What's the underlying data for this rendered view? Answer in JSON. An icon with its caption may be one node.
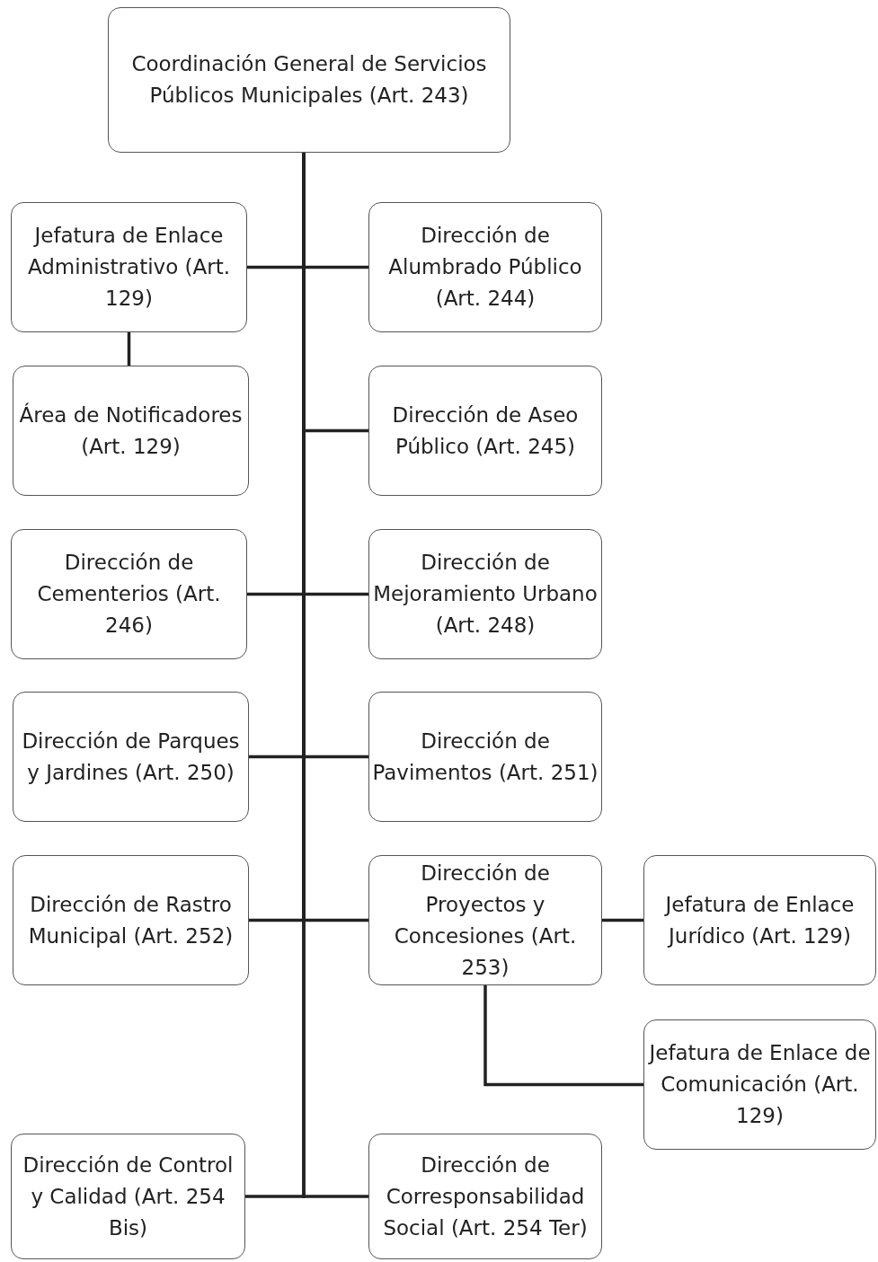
{
  "diagram": {
    "nodes": [
      {
        "text": [
          "Coordinación General de Servicios Públicos Municipales (Art. 243)"
        ]
      },
      {
        "text": [
          "Jefatura de Enlace Administrativo (Art. 129)"
        ]
      },
      {
        "text": [
          "Dirección de Alumbrado Público (Art. 244)"
        ]
      },
      {
        "text": [
          "Área de Notificadores (Art. 129)"
        ]
      },
      {
        "text": [
          "Dirección de Aseo Público (Art. 245)"
        ]
      },
      {
        "text": [
          "Dirección de Cementerios (Art. 246)"
        ]
      },
      {
        "text": [
          "Dirección de Mejoramiento Urbano (Art. 248)"
        ]
      },
      {
        "text": [
          "Dirección de Parques y Jardines (Art. 250)"
        ]
      },
      {
        "text": [
          "Dirección de Pavimentos (Art. 251)"
        ]
      },
      {
        "text": [
          "Dirección de Rastro Municipal (Art. 252)"
        ]
      },
      {
        "text": [
          "Dirección de Proyectos y Concesiones (Art. 253)"
        ]
      },
      {
        "text": [
          "Jefatura de Enlace Jurídico (Art. 129)"
        ]
      },
      {
        "text": [
          "Jefatura de Enlace de Comunicación (Art. 129)"
        ]
      },
      {
        "text": [
          "Dirección de Control y Calidad (Art. 254 Bis)"
        ]
      },
      {
        "text": [
          "Dirección de Corresponsabilidad Social (Art. 254 Ter)"
        ]
      }
    ],
    "edges": [
      {
        "from": 0,
        "to": 1,
        "arrow": "none"
      },
      {
        "from": 0,
        "to": 2,
        "arrow": "none"
      },
      {
        "from": 1,
        "to": 3,
        "arrow": "none"
      },
      {
        "from": 0,
        "to": 4,
        "arrow": "none"
      },
      {
        "from": 0,
        "to": 5,
        "arrow": "none"
      },
      {
        "from": 0,
        "to": 6,
        "arrow": "none"
      },
      {
        "from": 0,
        "to": 7,
        "arrow": "none"
      },
      {
        "from": 0,
        "to": 8,
        "arrow": "none"
      },
      {
        "from": 0,
        "to": 9,
        "arrow": "none"
      },
      {
        "from": 0,
        "to": 10,
        "arrow": "none"
      },
      {
        "from": 10,
        "to": 11,
        "arrow": "none"
      },
      {
        "from": 10,
        "to": 12,
        "arrow": "none"
      },
      {
        "from": 0,
        "to": 13,
        "arrow": "none"
      },
      {
        "from": 0,
        "to": 14,
        "arrow": "none"
      }
    ]
  }
}
